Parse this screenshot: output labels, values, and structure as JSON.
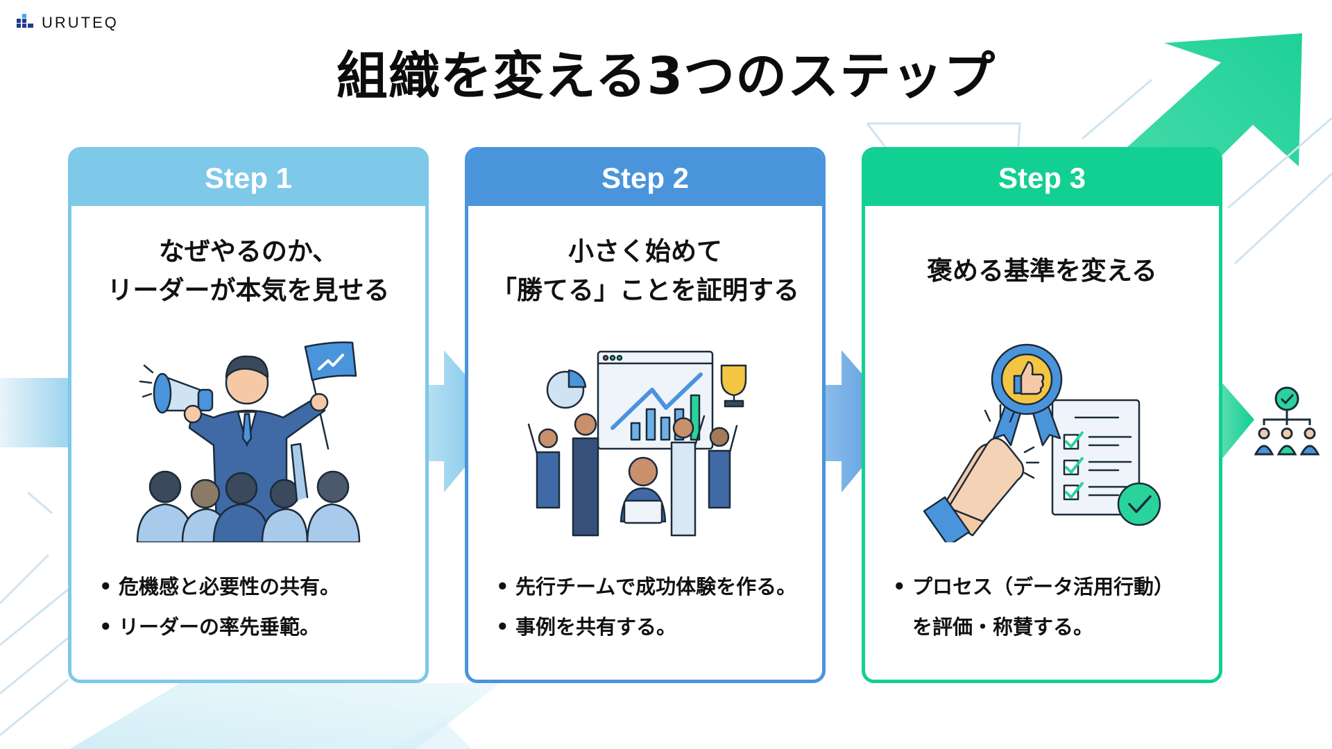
{
  "brand": {
    "name": "URUTEQ",
    "logo_icon": "bar-blocks-logo-icon"
  },
  "page": {
    "title": "組織を変える3つのステップ"
  },
  "colors": {
    "step1": "#7ec8e9",
    "step2": "#4a94dc",
    "step3": "#12cf92",
    "text": "#111111"
  },
  "steps": [
    {
      "label": "Step 1",
      "headline_lines": [
        "なぜやるのか、",
        "リーダーが本気を見せる"
      ],
      "illustration": "leader-megaphone-flag-illustration",
      "bullets": [
        "危機感と必要性の共有。",
        "リーダーの率先垂範。"
      ]
    },
    {
      "label": "Step 2",
      "headline_lines": [
        "小さく始めて",
        "「勝てる」ことを証明する"
      ],
      "illustration": "team-celebrating-growth-chart-illustration",
      "bullets": [
        "先行チームで成功体験を作る。",
        "事例を共有する。"
      ]
    },
    {
      "label": "Step 3",
      "headline_lines": [
        "褒める基準を変える"
      ],
      "illustration": "applause-award-checklist-illustration",
      "bullets": [
        "プロセス（データ活用行動）",
        "を評価・称賛する。"
      ],
      "bullet_continuation": [
        false,
        true
      ]
    }
  ],
  "flow_icons": {
    "between": "right-arrow-icon",
    "final": "organization-hierarchy-check-icon",
    "growth": "up-right-growth-arrow-icon"
  }
}
